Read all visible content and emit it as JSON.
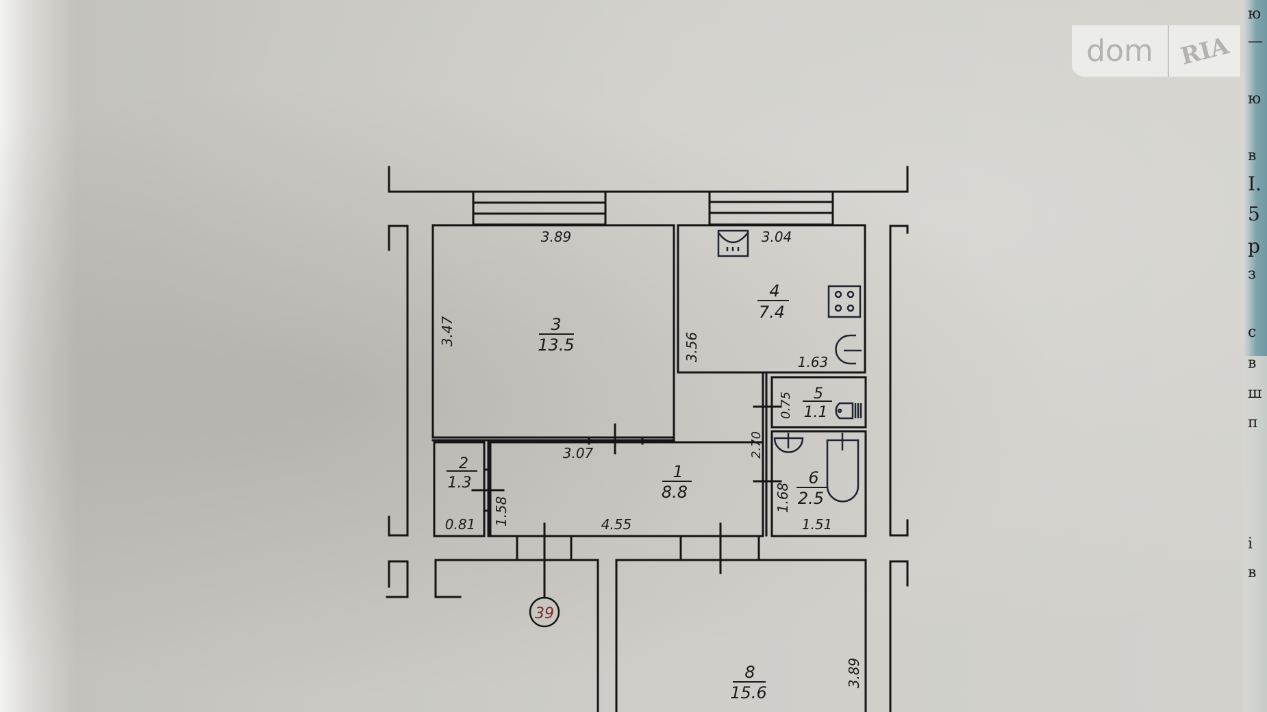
{
  "watermark": {
    "left": "dom",
    "right": "RIA"
  },
  "plan": {
    "rooms": [
      {
        "number": "1",
        "area": "8.8"
      },
      {
        "number": "2",
        "area": "1.3"
      },
      {
        "number": "3",
        "area": "13.5"
      },
      {
        "number": "4",
        "area": "7.4"
      },
      {
        "number": "5",
        "area": "1.1"
      },
      {
        "number": "6",
        "area": "2.5"
      },
      {
        "number": "8",
        "area": "15.6"
      }
    ],
    "dimensions": {
      "room3_width": "3.89",
      "room3_height": "3.47",
      "room4_width": "3.04",
      "room4_height": "3.56",
      "room4_partial": "1.63",
      "room5_height": "0.75",
      "corridor_side": "2.70",
      "room6_height": "1.68",
      "room6_width": "1.51",
      "room1_top": "3.07",
      "room1_bottom": "4.55",
      "room1_height": "1.58",
      "room2_width": "0.81",
      "room8_height": "3.89"
    },
    "apartment_marker": "39",
    "marker_color": "#7a2a2a"
  },
  "edge_text": [
    "ю",
    "—",
    "ю",
    "в",
    "І.",
    "5",
    "р",
    "з",
    "с",
    "в",
    "ш",
    "п",
    "і",
    "в"
  ]
}
